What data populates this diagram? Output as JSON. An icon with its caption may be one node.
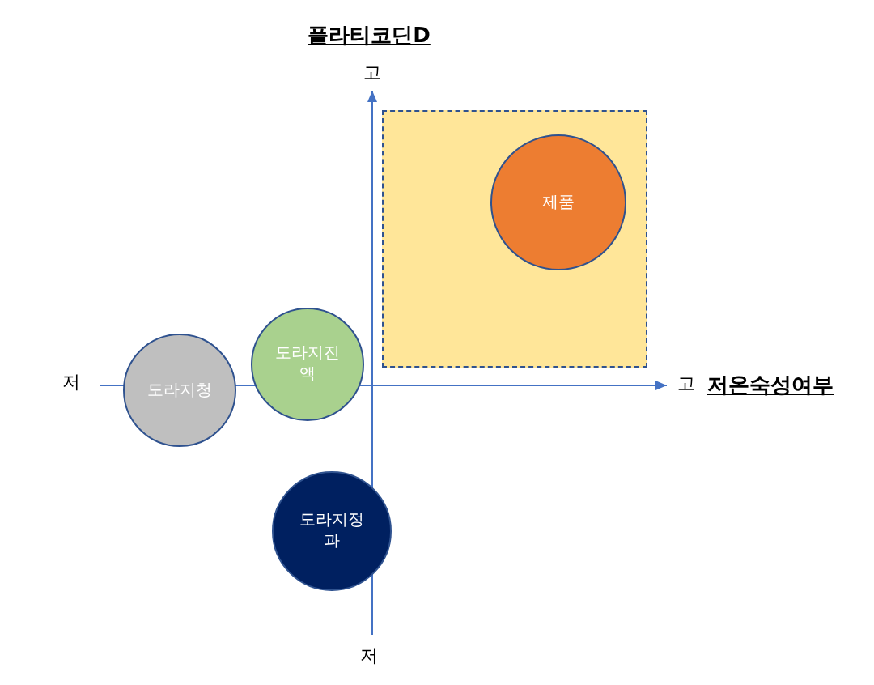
{
  "diagram": {
    "nodes": [
      {
        "text": [],
        "shape": "box"
      },
      {
        "text": [
          "제품"
        ],
        "in": 0
      },
      {
        "text": [
          "도라지청"
        ]
      },
      {
        "text": [
          "도라지진액"
        ]
      },
      {
        "text": [
          "도라지정과"
        ]
      }
    ],
    "labels": [
      "플라티코딘D",
      "고",
      "저",
      "고",
      "저온숙성여부",
      "저"
    ]
  }
}
